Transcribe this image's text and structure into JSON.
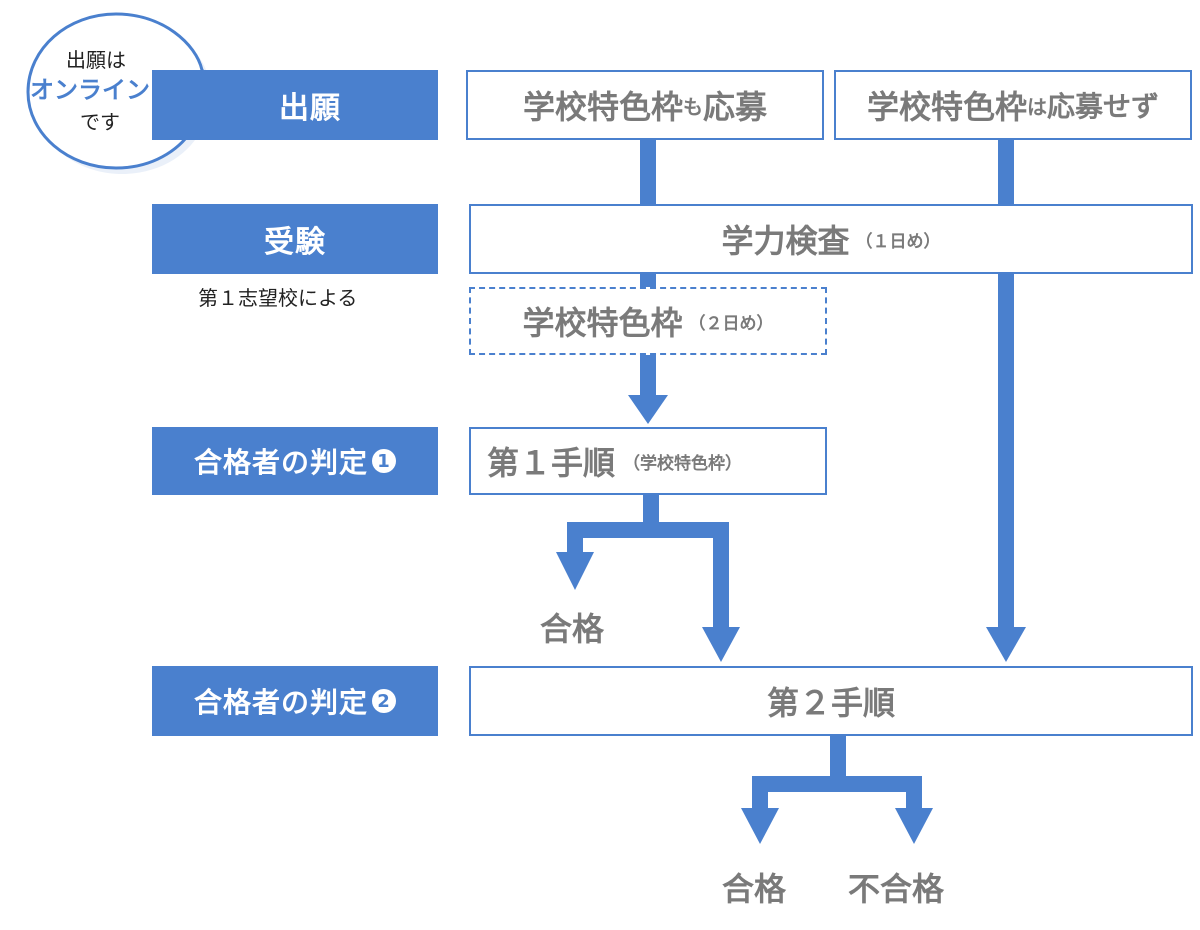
{
  "bubble": {
    "line1": "出願は",
    "line2": "オンライン",
    "line3": "です"
  },
  "stages": {
    "application": "出願",
    "exam": "受験",
    "exam_note": "第１志望校による",
    "judgment1": "合格者の判定",
    "judgment1_num": "1",
    "judgment2": "合格者の判定",
    "judgment2_num": "2"
  },
  "boxes": {
    "apply_special": {
      "main": "学校特色枠",
      "sub": "も",
      "tail": "応募"
    },
    "apply_none": {
      "main": "学校特色枠",
      "sub": "は",
      "tail": "応募せず"
    },
    "academic_test": {
      "main": "学力検査",
      "sub": "（１日め）"
    },
    "special_test": {
      "main": "学校特色枠",
      "sub": "（２日め）"
    },
    "step1": {
      "main": "第１手順",
      "sub": "（学校特色枠）"
    },
    "step2": {
      "main": "第２手順"
    }
  },
  "results": {
    "pass1": "合格",
    "pass2": "合格",
    "fail": "不合格"
  },
  "colors": {
    "accent": "#4a80ce",
    "text_gray": "#7a7a7a"
  }
}
